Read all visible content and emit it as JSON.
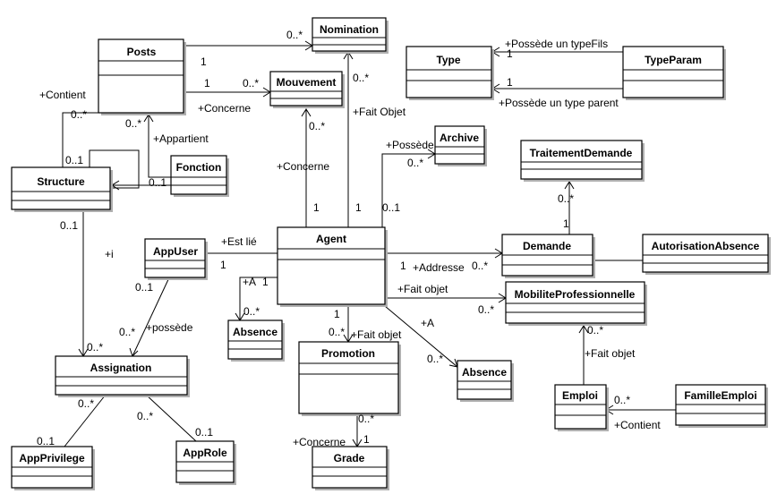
{
  "classes": {
    "nomination": "Nomination",
    "posts": "Posts",
    "mouvement": "Mouvement",
    "type": "Type",
    "typeparam": "TypeParam",
    "archive": "Archive",
    "traitementdemande": "TraitementDemande",
    "structure": "Structure",
    "fonction": "Fonction",
    "appuser": "AppUser",
    "agent": "Agent",
    "demande": "Demande",
    "autorisationabsence": "AutorisationAbsence",
    "absence_left": "Absence",
    "mobilite": "MobiliteProfessionnelle",
    "promotion": "Promotion",
    "absence_right": "Absence",
    "assignation": "Assignation",
    "emploi": "Emploi",
    "familleemploi": "FamilleEmploi",
    "appprivilege": "AppPrivilege",
    "approle": "AppRole",
    "grade": "Grade"
  },
  "labels": {
    "posts_nomination_mult_src": "1",
    "posts_nomination_mult_dst": "0..*",
    "posts_mouvement_mult_src": "1",
    "posts_mouvement_mult_dst": "0..*",
    "posts_mouvement_role": "+Concerne",
    "agent_nomination_mult_dst": "0..*",
    "agent_nomination_role": "+Fait Objet",
    "agent_nomination_mult_src": "1",
    "agent_mouvement_mult_dst": "0..*",
    "agent_mouvement_role": "+Concerne",
    "agent_mouvement_mult_src": "1",
    "type_fils_role": "+Possède un typeFils",
    "type_fils_mult": "1",
    "type_parent_role": "+Possède un type parent",
    "type_parent_mult": "1",
    "structure_posts_role": "+Contient",
    "structure_posts_mult_dst": "0..*",
    "structure_posts_mult_src": "0..1",
    "fonction_posts_role": "+Appartient",
    "fonction_posts_mult_dst": "0..*",
    "fonction_structure_mult": "0..1",
    "agent_archive_role": "+Possède",
    "agent_archive_mult_dst": "0..*",
    "agent_archive_mult_src": "0..1",
    "demande_traitement_mult_dst": "0..*",
    "demande_traitement_mult_src": "1",
    "appuser_agent_role": "+Est lié",
    "appuser_agent_mult": "1",
    "agent_demande_role": "+Addresse",
    "agent_demande_mult_src": "1",
    "agent_demande_mult_dst": "0..*",
    "agent_absence_role": "+A",
    "agent_absence_mult_src": "1",
    "agent_absence_mult_dst": "0..*",
    "agent_mobilite_role": "+Fait objet",
    "agent_mobilite_mult_dst": "0..*",
    "agent_promotion_role": "+Fait objet",
    "agent_promotion_mult_src": "1",
    "agent_promotion_mult_dst": "0..*",
    "agent_absence2_role": "+A",
    "agent_absence2_mult_dst": "0..*",
    "structure_assignation_role": "+i",
    "structure_assignation_mult_src": "0..1",
    "structure_assignation_mult_dst": "0..*",
    "appuser_assignation_role": "+possède",
    "appuser_assignation_mult_src": "0..1",
    "appuser_assignation_mult_dst": "0..*",
    "emploi_mobilite_role": "+Fait objet",
    "emploi_mobilite_mult": "0..*",
    "famille_emploi_role": "+Contient",
    "famille_emploi_mult": "0..*",
    "assignation_privilege_mult_src": "0..*",
    "assignation_privilege_mult_dst": "0..1",
    "assignation_role_mult_src": "0..*",
    "assignation_role_mult_dst": "0..1",
    "promotion_grade_role": "+Concerne",
    "promotion_grade_mult_src": "0..*",
    "promotion_grade_mult_dst": "1"
  }
}
